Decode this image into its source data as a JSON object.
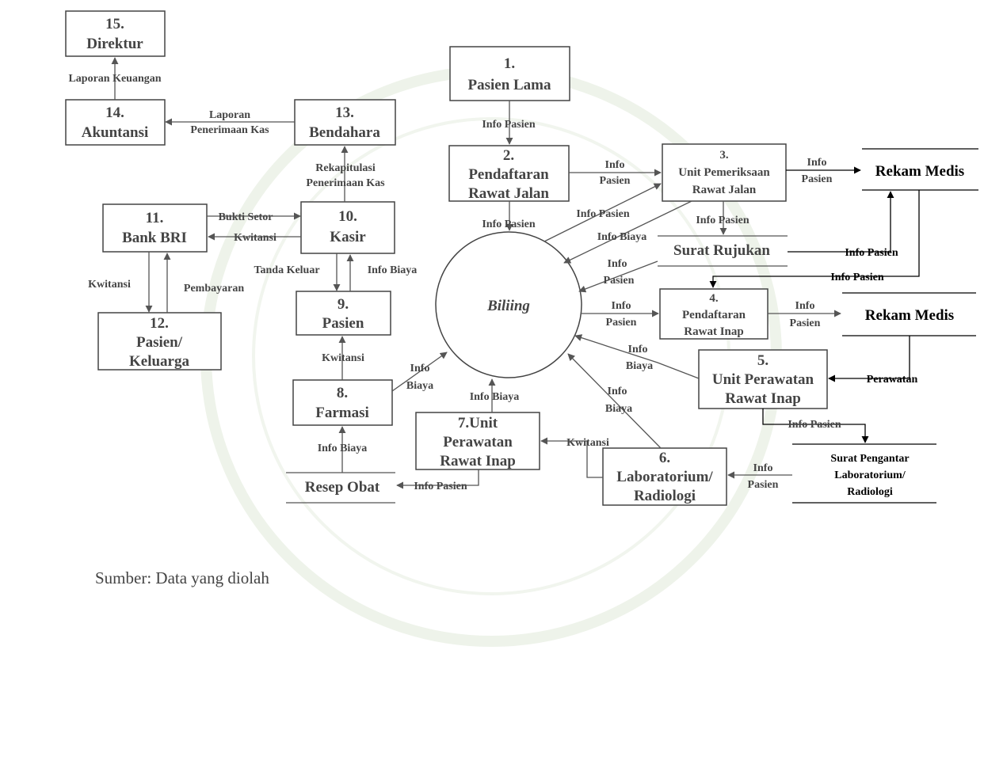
{
  "processes": {
    "p1": {
      "num": "1.",
      "line1": "Pasien Lama"
    },
    "p2": {
      "num": "2.",
      "line1": "Pendaftaran",
      "line2": "Rawat Jalan"
    },
    "p3": {
      "num": "3.",
      "line1": "Unit Pemeriksaan",
      "line2": "Rawat Jalan"
    },
    "p4": {
      "num": "4.",
      "line1": "Pendaftaran",
      "line2": "Rawat Inap"
    },
    "p5": {
      "num": "5.",
      "line1": "Unit Perawatan",
      "line2": "Rawat Inap"
    },
    "p6": {
      "num": "6.",
      "line1": "Laboratorium/",
      "line2": "Radiologi"
    },
    "p7": {
      "line0": "7.Unit",
      "line1": "Perawatan",
      "line2": "Rawat Inap"
    },
    "p8": {
      "num": "8.",
      "line1": "Farmasi"
    },
    "p9": {
      "num": "9.",
      "line1": "Pasien"
    },
    "p10": {
      "num": "10.",
      "line1": "Kasir"
    },
    "p11": {
      "num": "11.",
      "line1": "Bank BRI"
    },
    "p12": {
      "num": "12.",
      "line1": "Pasien/",
      "line2": "Keluarga"
    },
    "p13": {
      "num": "13.",
      "line1": "Bendahara"
    },
    "p14": {
      "num": "14.",
      "line1": "Akuntansi"
    },
    "p15": {
      "num": "15.",
      "line1": "Direktur"
    },
    "billing": "Biliing"
  },
  "stores": {
    "rekam_medis_1": "Rekam Medis",
    "rekam_medis_2": "Rekam Medis",
    "surat_rujukan": "Surat Rujukan",
    "resep_obat": "Resep Obat",
    "surat_pengantar": {
      "line1": "Surat Pengantar",
      "line2": "Laboratorium/",
      "line3": "Radiologi"
    }
  },
  "flows": {
    "laporan_keuangan": "Laporan Keuangan",
    "laporan_penerimaan": {
      "line1": "Laporan",
      "line2": "Penerimaan Kas"
    },
    "rekap": {
      "line1": "Rekapitulasi",
      "line2": "Penerimaan Kas"
    },
    "bukti_setor": "Bukti Setor",
    "kwitansi_bank": "Kwitansi",
    "kwitansi_12": "Kwitansi",
    "pembayaran": "Pembayaran",
    "tanda_keluar": "Tanda Keluar",
    "info_biaya_kasir": "Info Biaya",
    "kwitansi_pasien": "Kwitansi",
    "info_biaya_farmasi": {
      "line1": "Info",
      "line2": "Biaya"
    },
    "info_biaya_resep": "Info Biaya",
    "info_pasien_resep": "Info Pasien",
    "info_biaya_7": "Info Biaya",
    "kwitansi_7": "Kwitansi",
    "info_pasien_1_2": "Info Pasien",
    "info_pasien_2_b": "Info Pasien",
    "info_pasien_2_3": {
      "line1": "Info",
      "line2": "Pasien"
    },
    "info_pasien_3_b": "Info Pasien",
    "info_biaya_3": "Info Biaya",
    "info_pasien_3_rm": {
      "line1": "Info",
      "line2": "Pasien"
    },
    "info_pasien_3_sr": "Info Pasien",
    "info_pasien_sr_b": {
      "line1": "Info",
      "line2": "Pasien"
    },
    "info_pasien_sr_rm": "Info Pasien",
    "info_pasien_rm_4": "Info Pasien",
    "info_pasien_b_4": {
      "line1": "Info",
      "line2": "Pasien"
    },
    "info_pasien_4_rm": {
      "line1": "Info",
      "line2": "Pasien"
    },
    "info_biaya_5": {
      "line1": "Info",
      "line2": "Biaya"
    },
    "perawatan": "Perawatan",
    "info_pasien_5_sp": "Info Pasien",
    "info_biaya_6": {
      "line1": "Info",
      "line2": "Biaya"
    },
    "info_pasien_sp_6": {
      "line1": "Info",
      "line2": "Pasien"
    }
  },
  "caption": "Sumber: Data yang diolah"
}
